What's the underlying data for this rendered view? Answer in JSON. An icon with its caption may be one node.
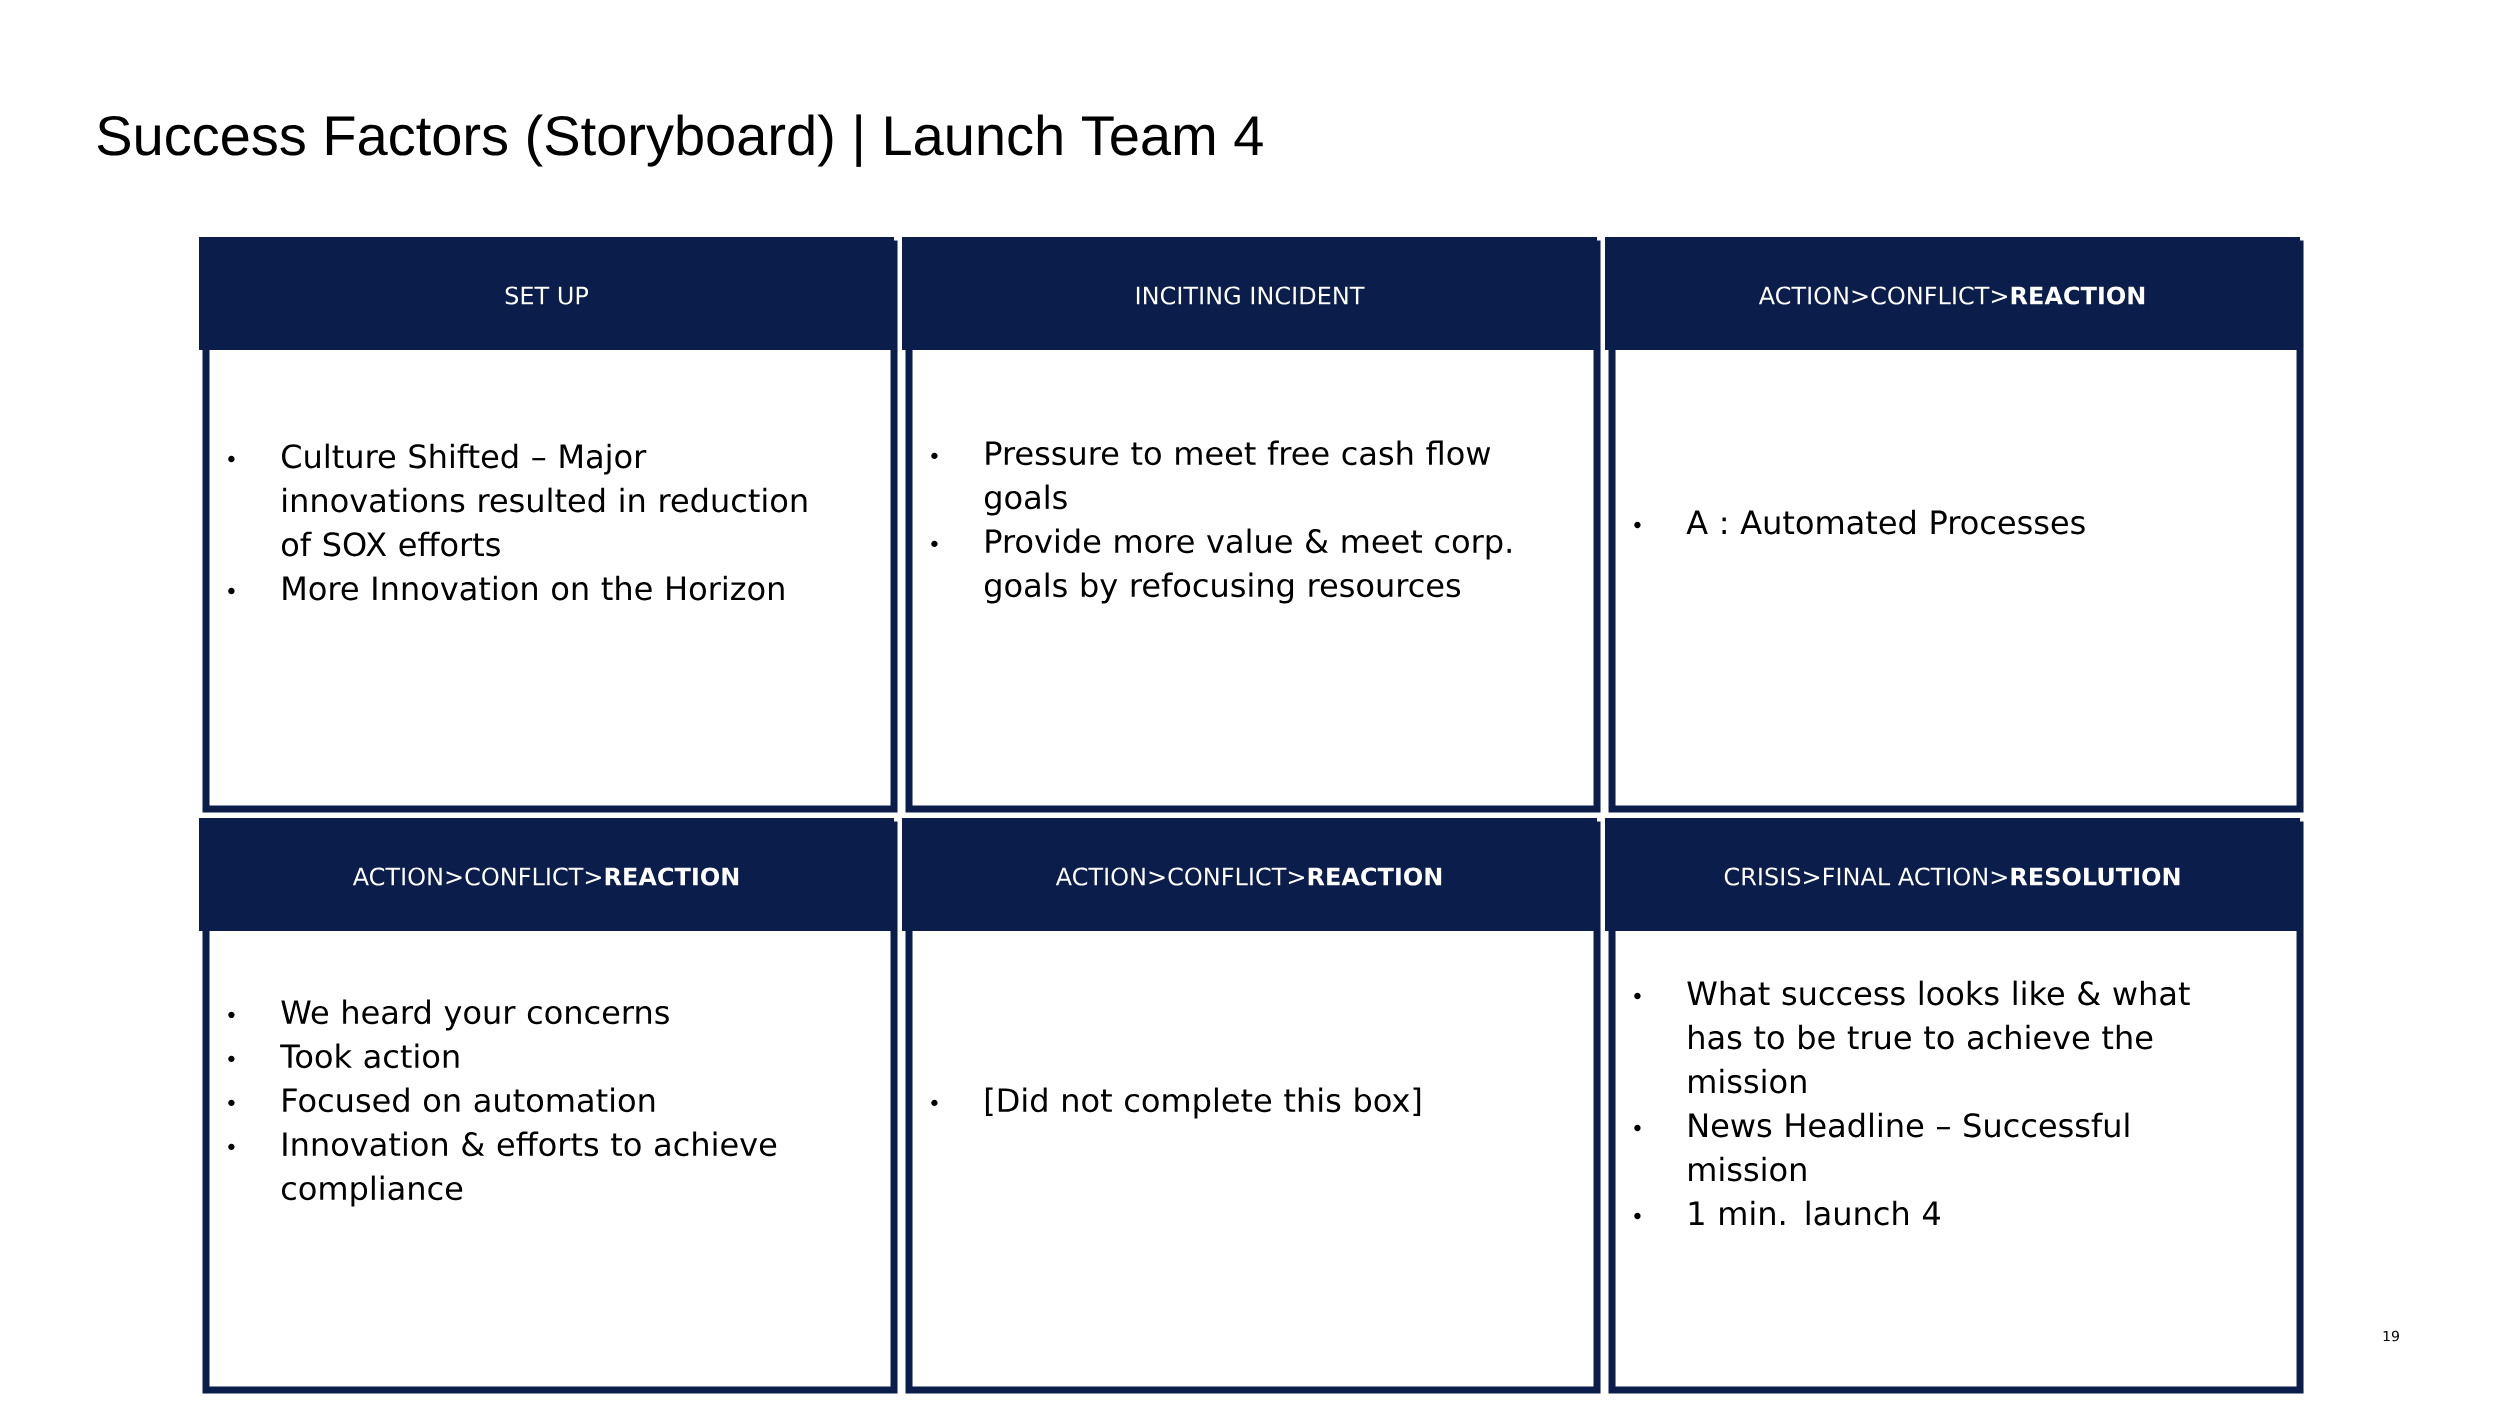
{
  "diagram": {
    "title": "Success Factors (Storyboard) | Launch Team 4",
    "nodes": [
      {
        "text": [
          "SET UP",
          "Culture Shifted – Major innovations resulted in reduction of SOX efforts",
          "More Innovation on the Horizon"
        ]
      },
      {
        "text": [
          "INCITING INCIDENT",
          "Pressure to meet free cash flow goals",
          "Provide more value & meet corp. goals by refocusing resources"
        ]
      },
      {
        "text": [
          "ACTION>CONFLICT>**REACTION**",
          "A : Automated Processes"
        ]
      },
      {
        "text": [
          "ACTION>CONFLICT>**REACTION**",
          "We heard your concerns",
          "Took action",
          "Focused on automation",
          "Innovation & efforts to achieve compliance"
        ]
      },
      {
        "text": [
          "ACTION>CONFLICT>**REACTION**",
          "[Did not complete this box]"
        ]
      },
      {
        "text": [
          "CRISIS>FINAL ACTION>**RESOLUTION**",
          "What success looks like & what has to be true to achieve the mission",
          "News Headline – Successful mission",
          "1 min. launch 4"
        ]
      }
    ],
    "labels": [
      "19"
    ]
  }
}
